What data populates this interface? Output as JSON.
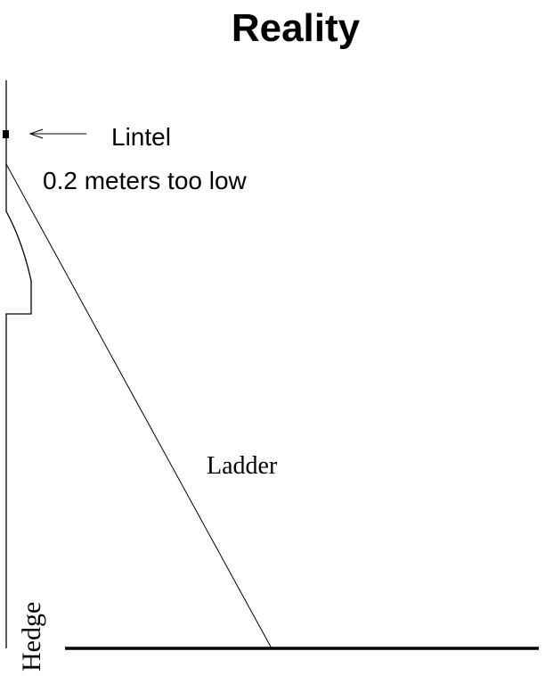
{
  "title": "Reality",
  "labels": {
    "lintel": "Lintel",
    "offset_note": "0.2 meters too low",
    "ladder": "Ladder",
    "hedge": "Hedge"
  }
}
